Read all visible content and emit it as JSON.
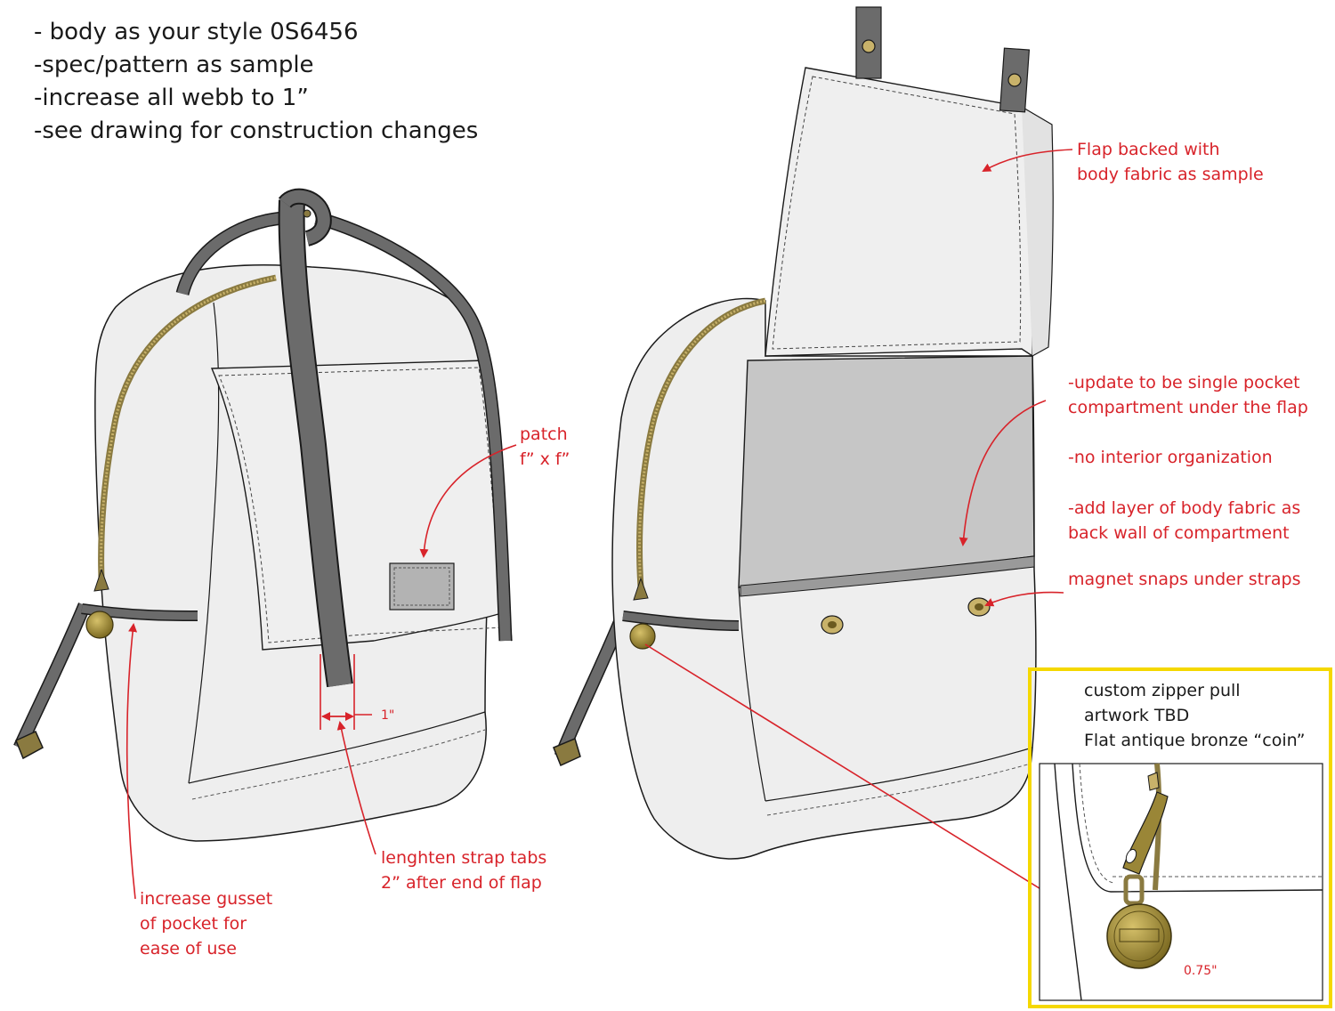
{
  "general_notes": [
    "- body as your style 0S6456",
    "-spec/pattern as sample",
    "-increase all webb to 1”",
    "-see drawing for construction changes"
  ],
  "callouts": {
    "patch_1": "patch",
    "patch_2": "f” x f”",
    "strap_width": "1\"",
    "lengthen_1": "lenghten strap tabs",
    "lengthen_2": "2” after end of flap",
    "gusset_1": "increase gusset",
    "gusset_2": "of pocket for",
    "gusset_3": "ease of use",
    "flap_1": "Flap backed with",
    "flap_2": "body fabric as sample",
    "pocket_1": "-update to be single pocket",
    "pocket_2": "compartment under the flap",
    "organization": "-no interior organization",
    "layer_1": "-add layer of body fabric as",
    "layer_2": " back wall of compartment",
    "magnet": "magnet snaps under straps"
  },
  "zipper_pull": {
    "line1": "custom zipper pull",
    "line2": "artwork TBD",
    "line3": "Flat antique bronze “coin”",
    "dimension": "0.75\""
  },
  "colors": {
    "annotation": "#d8232a",
    "body_fabric": "#eeeeee",
    "webbing": "#6b6b6b",
    "patch": "#b3b3b3",
    "pocket_interior": "#c6c6c6",
    "bronze": "#a08a35",
    "highlight_box": "#f5d800",
    "outline": "#1a1a1a"
  }
}
